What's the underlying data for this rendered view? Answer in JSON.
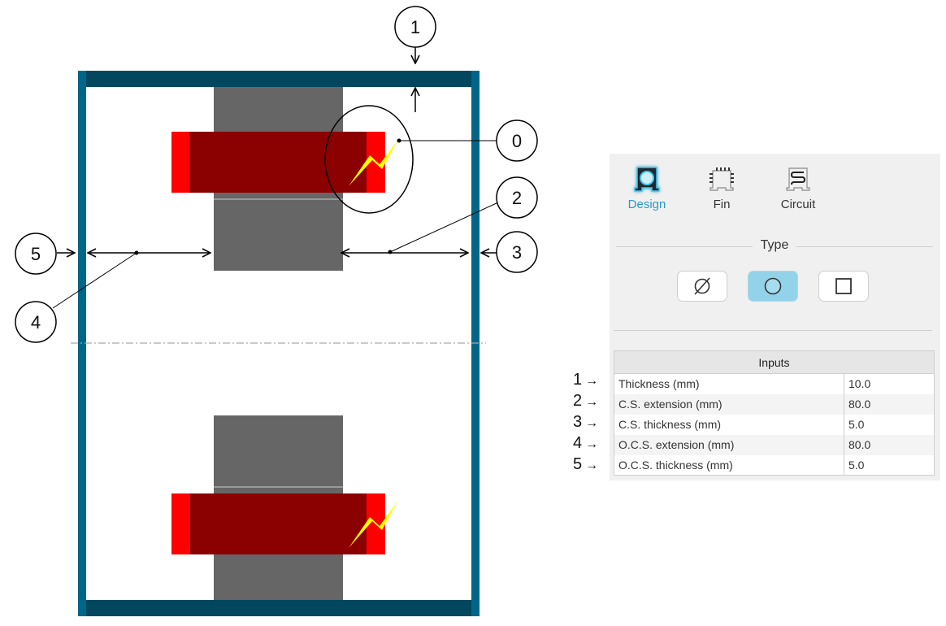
{
  "diagram": {
    "callouts": [
      {
        "id": "0",
        "label": "0"
      },
      {
        "id": "1",
        "label": "1"
      },
      {
        "id": "2",
        "label": "2"
      },
      {
        "id": "3",
        "label": "3"
      },
      {
        "id": "4",
        "label": "4"
      },
      {
        "id": "5",
        "label": "5"
      }
    ],
    "colors": {
      "frame_side": "#006688",
      "frame_top_bottom": "#03475f",
      "core_gray": "#666666",
      "coil_dark": "#8b0000",
      "coil_bright": "#ff0000",
      "spark": "#ffff00",
      "centerline": "#aaaaaa"
    }
  },
  "panel": {
    "tabs": [
      {
        "label": "Design",
        "icon": "design-core-icon",
        "active": true
      },
      {
        "label": "Fin",
        "icon": "fin-chip-icon",
        "active": false
      },
      {
        "label": "Circuit",
        "icon": "circuit-coil-icon",
        "active": false
      }
    ],
    "type_group": {
      "legend": "Type",
      "options": [
        {
          "name": "none",
          "icon": "empty-set-icon",
          "selected": false
        },
        {
          "name": "circle",
          "icon": "circle-icon",
          "selected": true
        },
        {
          "name": "square",
          "icon": "square-icon",
          "selected": false
        }
      ]
    },
    "inputs": {
      "header": "Inputs",
      "rows": [
        {
          "marker": "1",
          "label": "Thickness (mm)",
          "value": "10.0"
        },
        {
          "marker": "2",
          "label": "C.S. extension (mm)",
          "value": "80.0"
        },
        {
          "marker": "3",
          "label": "C.S. thickness (mm)",
          "value": "5.0"
        },
        {
          "marker": "4",
          "label": "O.C.S. extension (mm)",
          "value": "80.0"
        },
        {
          "marker": "5",
          "label": "O.C.S. thickness (mm)",
          "value": "5.0"
        }
      ]
    },
    "accent": "#2a9ac8"
  },
  "arrow_glyph": "→"
}
